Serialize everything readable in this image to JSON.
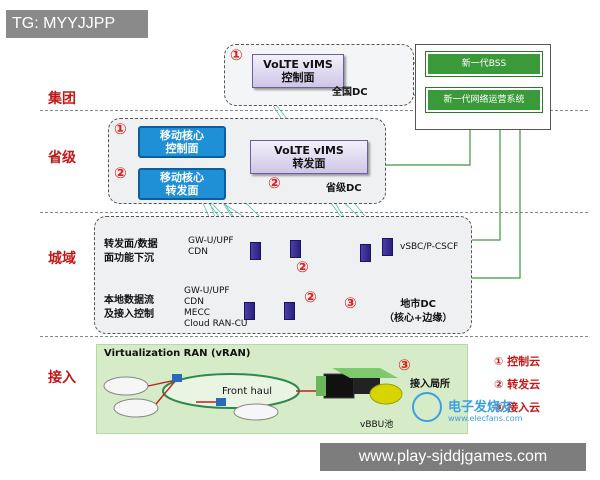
{
  "tag": "TG: MYYJJPP",
  "watermark": "www.play-sjddjgames.com",
  "levels": {
    "group": "集团",
    "province": "省级",
    "city": "城域",
    "access": "接入"
  },
  "group_dc": {
    "box_line1": "VoLTE vIMS",
    "box_line2": "控制面",
    "label": "全国DC",
    "num": "①"
  },
  "bss": "新一代BSS",
  "oss": "新一代网络运营系统",
  "province_dc": {
    "core_ctrl_line1": "移动核心",
    "core_ctrl_line2": "控制面",
    "core_fwd_line1": "移动核心",
    "core_fwd_line2": "转发面",
    "vims_fwd_line1": "VoLTE vIMS",
    "vims_fwd_line2": "转发面",
    "label": "省级DC",
    "num1": "①",
    "num2": "②",
    "num3": "②"
  },
  "city": {
    "row1_line1": "转发面/数据",
    "row1_line2": "面功能下沉",
    "row1_items": [
      "GW-U/UPF",
      "CDN"
    ],
    "vsbc": "vSBC/P-CSCF",
    "row2_line1": "本地数据流",
    "row2_line2": "及接入控制",
    "row2_items": [
      "GW-U/UPF",
      "CDN",
      "MECC",
      "Cloud RAN-CU"
    ],
    "label_line1": "地市DC",
    "label_line2": "（核心+边缘）",
    "num_a": "②",
    "num_b": "②",
    "num_c": "③"
  },
  "access": {
    "title": "Virtualization RAN (vRAN)",
    "fronthaul": "Front haul",
    "office": "接入局所",
    "vbbu": "vBBU池",
    "num": "③"
  },
  "legend": [
    {
      "num": "①",
      "label": "控制云"
    },
    {
      "num": "②",
      "label": "转发云"
    },
    {
      "num": "③",
      "label": "接入云"
    }
  ],
  "logo": {
    "name": "电子发烧友",
    "url": "www.elecfans.com"
  },
  "colors": {
    "accent_red": "#c01818",
    "green": "#3a9a3a",
    "blue": "#1f8fd6"
  }
}
